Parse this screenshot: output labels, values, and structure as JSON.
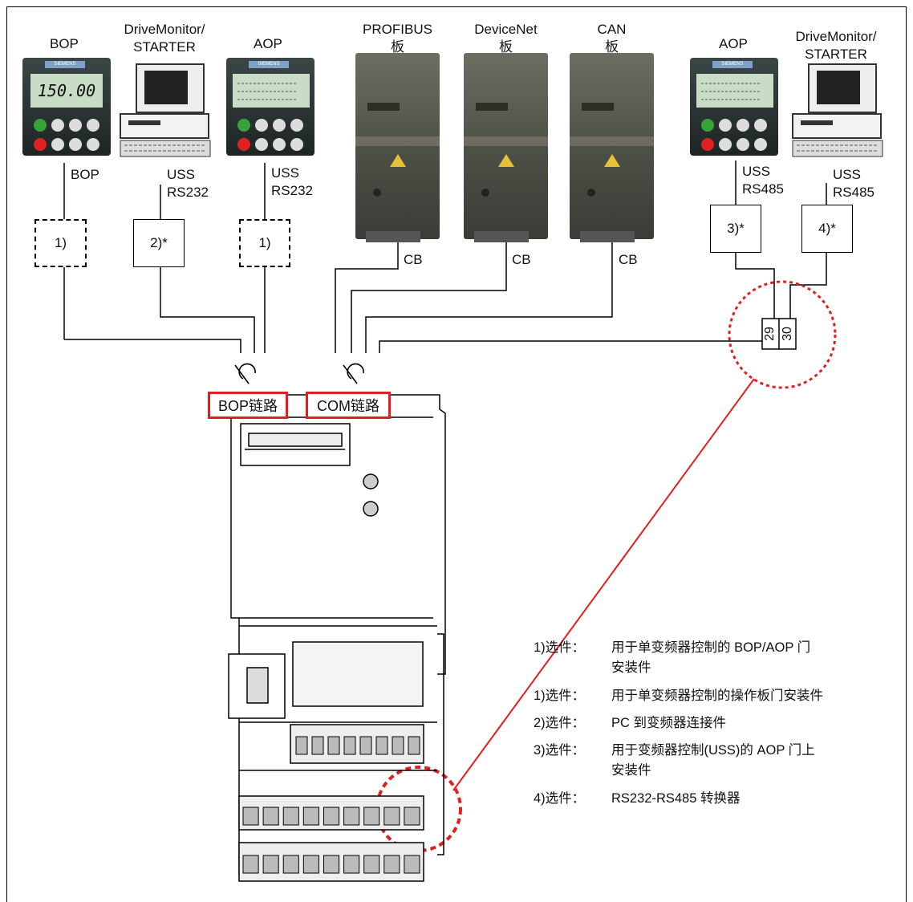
{
  "devices_top": {
    "bop": {
      "title": "BOP",
      "display": "150.00",
      "link_label": "BOP",
      "box": "1)",
      "brand": "SIEMENS"
    },
    "pc_left": {
      "title_l1": "DriveMonitor/",
      "title_l2": "STARTER",
      "link_l1": "USS",
      "link_l2": "RS232",
      "box": "2)*"
    },
    "aop_left": {
      "title": "AOP",
      "link_l1": "USS",
      "link_l2": "RS232",
      "box": "1)",
      "brand": "SIEMENS"
    },
    "profibus": {
      "title_l1": "PROFIBUS",
      "title_l2": "板",
      "cb": "CB"
    },
    "devicenet": {
      "title_l1": "DeviceNet",
      "title_l2": "板",
      "cb": "CB"
    },
    "can": {
      "title_l1": "CAN",
      "title_l2": "板",
      "cb": "CB"
    },
    "aop_right": {
      "title": "AOP",
      "link_l1": "USS",
      "link_l2": "RS485",
      "box": "3)*",
      "brand": "SIEMENS"
    },
    "pc_right": {
      "title_l1": "DriveMonitor/",
      "title_l2": "STARTER",
      "link_l1": "USS",
      "link_l2": "RS485",
      "box": "4)*"
    }
  },
  "terminals": {
    "t29": "29",
    "t30": "30"
  },
  "links": {
    "bop_link": "BOP链路",
    "com_link": "COM链路"
  },
  "notes": [
    {
      "key": "1)选件：",
      "value": "用于单变频器控制的 BOP/AOP 门安装件"
    },
    {
      "key": "1)选件：",
      "value": "用于单变频器控制的操作板门安装件"
    },
    {
      "key": "2)选件：",
      "value": "PC 到变频器连接件"
    },
    {
      "key": "3)选件：",
      "value": "用于变频器控制(USS)的 AOP 门上安装件"
    },
    {
      "key": "4)选件：",
      "value": "RS232-RS485 转换器"
    }
  ],
  "colors": {
    "accent_red": "#e02020",
    "lcd": "#c9dcc6",
    "panel": "#2a3434",
    "card": "#55584a"
  }
}
